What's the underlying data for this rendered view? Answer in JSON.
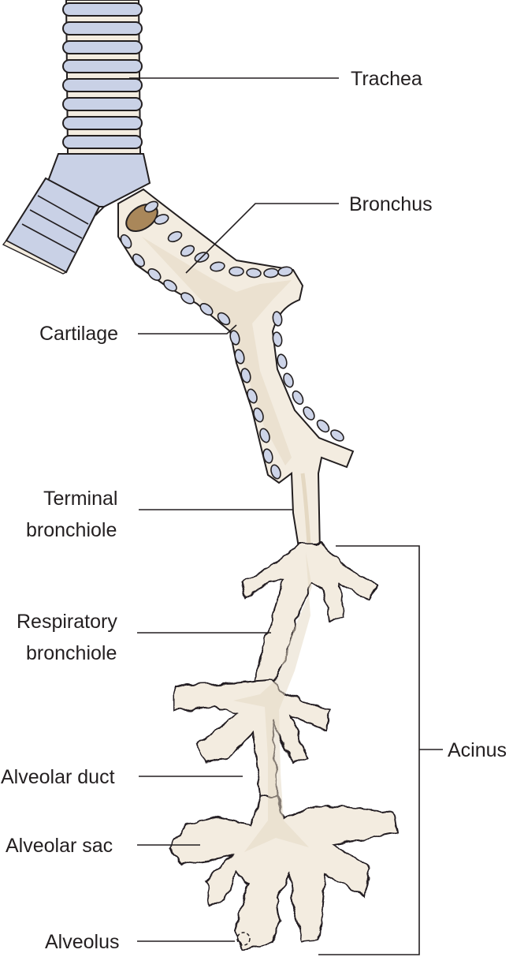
{
  "colors": {
    "tissue": "#f3ece0",
    "tissue_shade": "#e4d8c2",
    "cartilage_ring": "#c9d1e6",
    "cartilage_node": "#cdd4e8",
    "lumen": "#a9875a",
    "outline": "#231f20"
  },
  "labels": {
    "trachea": "Trachea",
    "bronchus": "Bronchus",
    "cartilage": "Cartilage",
    "terminal_bronchiole_line1": "Terminal",
    "terminal_bronchiole_line2": "bronchiole",
    "respiratory_bronchiole_line1": "Respiratory",
    "respiratory_bronchiole_line2": "bronchiole",
    "acinus": "Acinus",
    "alveolar_duct": "Alveolar duct",
    "alveolar_sac": "Alveolar sac",
    "alveolus": "Alveolus"
  }
}
